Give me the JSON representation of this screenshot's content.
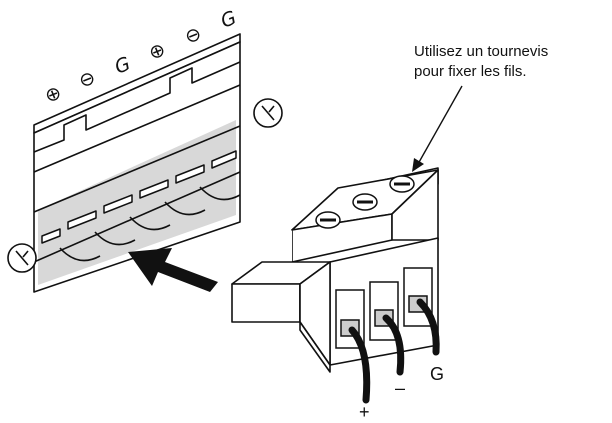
{
  "callout": {
    "line1": "Utilisez un tournevis",
    "line2": "pour fixer les fils."
  },
  "panel_labels": [
    "⊕",
    "⊖",
    "G",
    "⊕",
    "⊖",
    "G"
  ],
  "wire_labels": {
    "plus": "+",
    "minus": "–",
    "ground": "G"
  },
  "colors": {
    "line": "#111111",
    "panel_fill": "#ffffff",
    "shade": "#d0d0d0",
    "arrow": "#111111"
  },
  "icons": [
    "screw-icon",
    "arrow-icon"
  ]
}
